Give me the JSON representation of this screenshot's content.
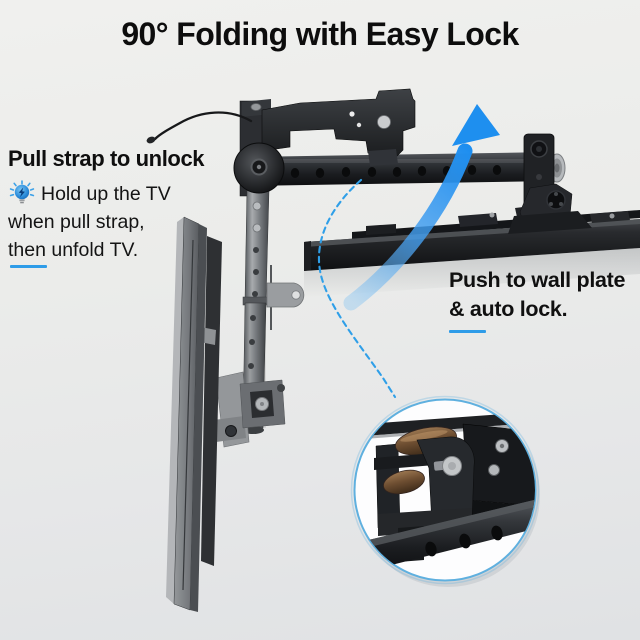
{
  "title": "90° Folding with Easy Lock",
  "left_annotation": {
    "heading": "Pull strap to unlock",
    "tip_icon": "lightbulb-tip-icon",
    "tip_line1": "Hold up the TV",
    "tip_line2": "when pull strap,",
    "tip_line3": "then unfold TV."
  },
  "right_annotation": {
    "line1": "Push to wall plate",
    "line2": "& auto lock."
  },
  "colors": {
    "background": "#EBECEA",
    "text": "#101010",
    "accent_blue": "#2E9CE8",
    "arrow_blue": "#1E8FEF",
    "callout_rim_blue": "#5FB0DF",
    "metal_dark": "#1A1C1E",
    "metal_gray": "#8A8D90",
    "roller_bronze": "#7B5A3B"
  },
  "scene": {
    "parts": [
      "pull-strap",
      "folding-arm-bracket",
      "pivot-joint",
      "extension-tube",
      "telescoping-pole",
      "folded-tv-panel",
      "wall-mount-bracket",
      "flat-tv-wall-plate",
      "up-arrow",
      "callout-dashed-line",
      "zoom-callout-circle",
      "lock-mechanism-detail"
    ]
  }
}
